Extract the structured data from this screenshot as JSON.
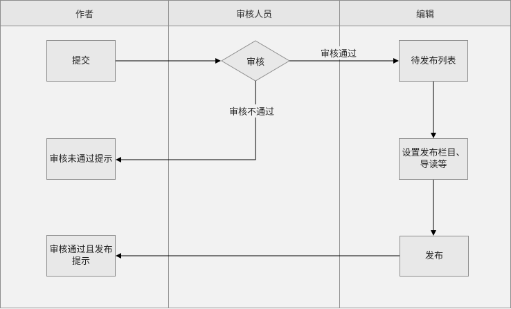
{
  "lanes": {
    "author": "作者",
    "reviewer": "审核人员",
    "editor": "编辑"
  },
  "nodes": {
    "submit": "提交",
    "review": "审核",
    "pending_list": "待发布列表",
    "set_column": "设置发布栏目、导读等",
    "publish": "发布",
    "rejected_notice": "审核未通过提示",
    "published_notice": "审核通过且发布提示"
  },
  "edges": {
    "approved": "审核通过",
    "rejected": "审核不通过"
  }
}
